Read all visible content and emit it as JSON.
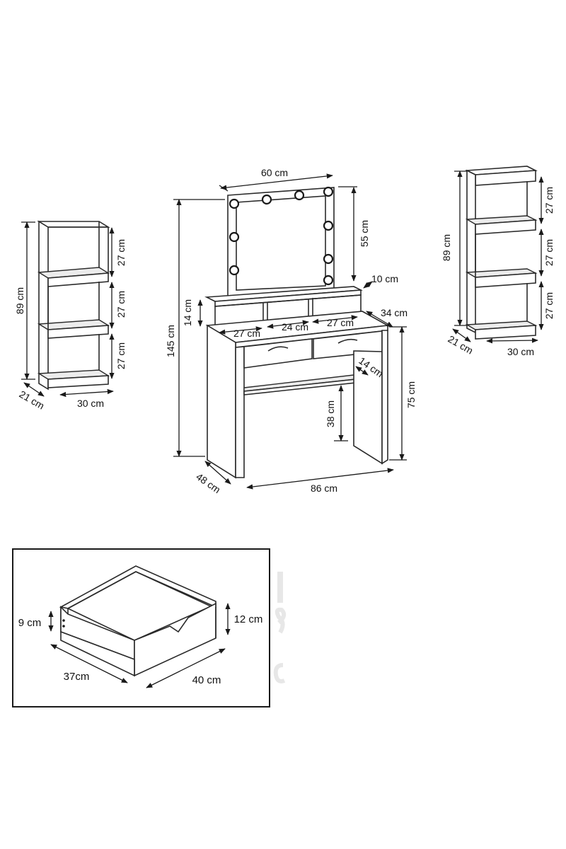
{
  "labels": {
    "left_height": "89 cm",
    "left_shelf_1": "27 cm",
    "left_shelf_2": "27 cm",
    "left_shelf_3": "27 cm",
    "left_depth": "21 cm",
    "left_width": "30 cm",
    "mirror_width": "60 cm",
    "mirror_height": "55 cm",
    "riser_depth": "10 cm",
    "table_total_height": "145 cm",
    "riser_height": "14 cm",
    "riser_left": "27 cm",
    "riser_mid": "24 cm",
    "riser_right": "27 cm",
    "top_depth": "34 cm",
    "shelf_depth": "14 cm",
    "table_height": "75 cm",
    "leg_clearance": "38 cm",
    "table_depth": "48 cm",
    "table_width": "86 cm",
    "right_height": "89 cm",
    "right_shelf_1": "27 cm",
    "right_shelf_2": "27 cm",
    "right_shelf_3": "27 cm",
    "right_depth": "21 cm",
    "right_width": "30 cm",
    "drawer_inner_height": "9 cm",
    "drawer_height": "12 cm",
    "drawer_depth": "37cm",
    "drawer_width": "40 cm"
  }
}
